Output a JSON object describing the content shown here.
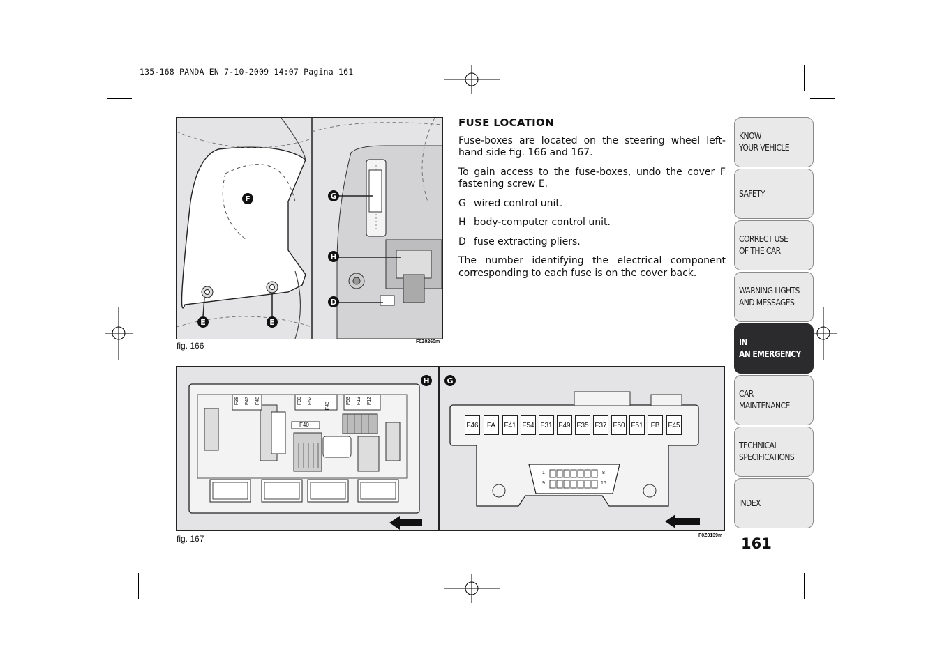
{
  "print_header": "135-168 PANDA EN  7-10-2009  14:07  Pagina 161",
  "fig166": {
    "caption": "fig. 166",
    "code": "F0Z0260m",
    "callouts": [
      "F",
      "E",
      "E",
      "G",
      "H",
      "D"
    ]
  },
  "fig167": {
    "caption": "fig. 167",
    "code": "F0Z0139m",
    "callout_h": "H",
    "callout_g": "G",
    "body_computer_fuses_top": [
      "F38",
      "F47",
      "F48",
      "F39",
      "F52",
      "F43",
      "F53",
      "F13",
      "F12"
    ],
    "body_computer_fuse_f40": "F40",
    "wired_unit_fuses": [
      "F46",
      "FA",
      "F41",
      "F54",
      "F31",
      "F49",
      "F35",
      "F37",
      "F50",
      "F51",
      "FB",
      "F45"
    ],
    "connector_pins": [
      "1",
      "8",
      "9",
      "16"
    ]
  },
  "section": {
    "title": "FUSE LOCATION",
    "para1": "Fuse-boxes are located on the steering wheel left-hand side fig. 166 and 167.",
    "para2": "To gain access to the fuse-boxes, undo the cover F fastening screw E.",
    "items": [
      {
        "key": "G",
        "text": "wired control unit."
      },
      {
        "key": "H",
        "text": "body-computer control unit."
      },
      {
        "key": "D",
        "text": "fuse extracting pliers."
      }
    ],
    "para3": "The number identifying the electrical component corresponding to each fuse is on the cover back."
  },
  "tabs": [
    {
      "label": "KNOW\nYOUR VEHICLE",
      "active": false
    },
    {
      "label": "SAFETY",
      "active": false
    },
    {
      "label": "CORRECT USE\nOF THE CAR",
      "active": false
    },
    {
      "label": "WARNING LIGHTS\nAND MESSAGES",
      "active": false
    },
    {
      "label": "IN\nAN EMERGENCY",
      "active": true
    },
    {
      "label": "CAR\nMAINTENANCE",
      "active": false
    },
    {
      "label": "TECHNICAL\nSPECIFICATIONS",
      "active": false
    },
    {
      "label": "INDEX",
      "active": false
    }
  ],
  "page_number": "161"
}
